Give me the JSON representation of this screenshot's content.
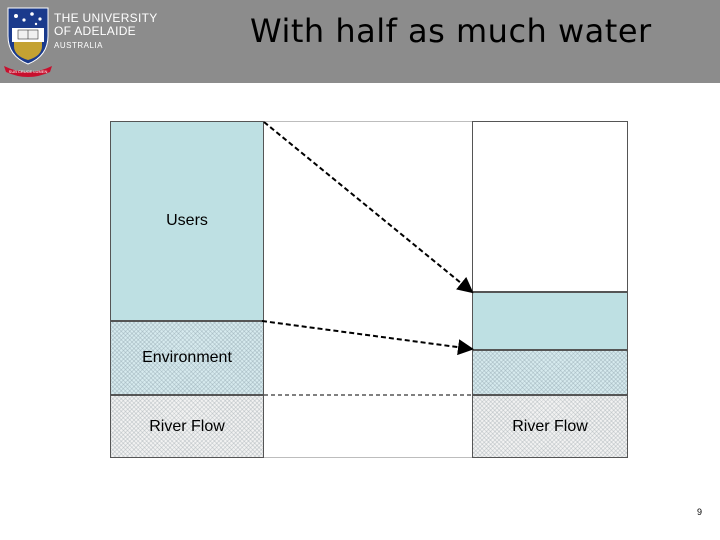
{
  "header": {
    "title": "With half as much water",
    "logo_line1": "THE UNIVERSITY",
    "logo_line2": "OF ADELAIDE",
    "logo_line3": "AUSTRALIA",
    "logo_motto": "SUB CRUCE LUMEN"
  },
  "diagram": {
    "left": {
      "users": "Users",
      "environment": "Environment",
      "river": "River Flow"
    },
    "right": {
      "river": "River Flow"
    }
  },
  "footer": {
    "page": "9"
  },
  "colors": {
    "header_bg": "#8c8c8c",
    "users_fill": "#bee0e3",
    "arrow": "#000000"
  }
}
